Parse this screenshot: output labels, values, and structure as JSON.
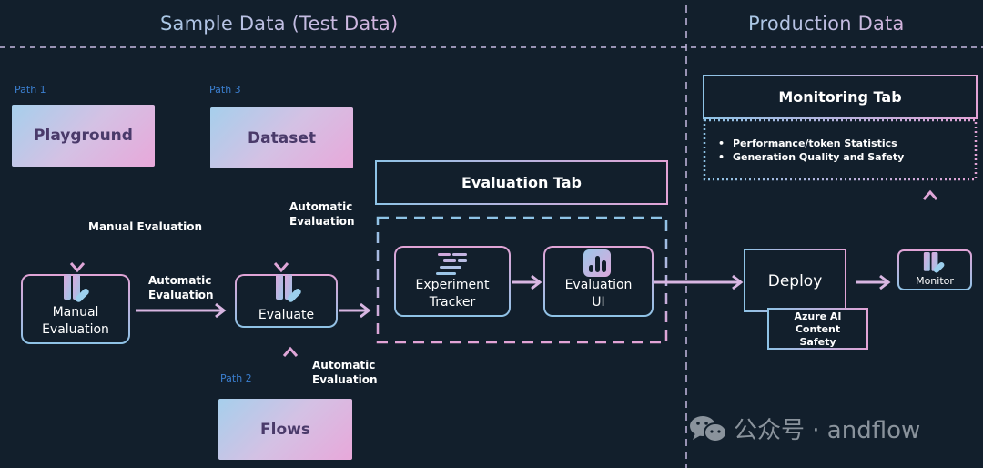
{
  "sections": {
    "sample": "Sample Data (Test Data)",
    "production": "Production Data"
  },
  "paths": {
    "path1": "Path 1",
    "path2": "Path 2",
    "path3": "Path 3"
  },
  "sources": {
    "playground": "Playground",
    "dataset": "Dataset",
    "flows": "Flows"
  },
  "flow_labels": {
    "manual": "Manual Evaluation",
    "auto_line1": "Automatic",
    "auto_line2": "Evaluation"
  },
  "nodes": {
    "manual_eval_line1": "Manual",
    "manual_eval_line2": "Evaluation",
    "evaluate": "Evaluate",
    "experiment_line1": "Experiment",
    "experiment_line2": "Tracker",
    "eval_ui_line1": "Evaluation",
    "eval_ui_line2": "UI",
    "deploy": "Deploy",
    "content_safety_line1": "Azure AI",
    "content_safety_line2": "Content",
    "content_safety_line3": "Safety",
    "monitor": "Monitor"
  },
  "tabs": {
    "evaluation": "Evaluation Tab",
    "monitoring": "Monitoring Tab",
    "monitoring_bullets": [
      "Performance/token Statistics",
      "Generation Quality and Safety"
    ]
  },
  "icons": {
    "evaluate": "clipboard-pencil-icon",
    "experiment": "list-lines-icon",
    "eval_ui": "bar-chart-icon",
    "watermark": "wechat-icon"
  },
  "colors": {
    "background": "#121f2c",
    "accent_blue": "#8ec3e6",
    "accent_pink": "#e2a3d6",
    "path_label": "#3b7fd0",
    "watermark": "#8a939c"
  },
  "watermark": {
    "text": "公众号 · andflow"
  }
}
